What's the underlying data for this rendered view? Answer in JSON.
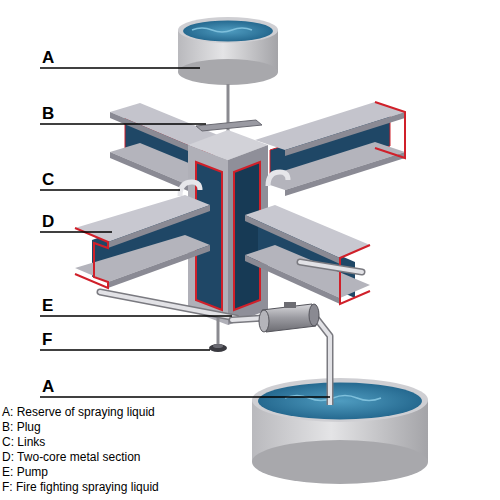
{
  "diagram": {
    "labels": [
      "A",
      "B",
      "C",
      "D",
      "E",
      "F",
      "A",
      "A: Reserve of spraying liquid",
      "B: Plug",
      "C: Links",
      "D: Two-core metal section",
      "E: Pump",
      "F: Fire fighting spraying liquid"
    ]
  }
}
